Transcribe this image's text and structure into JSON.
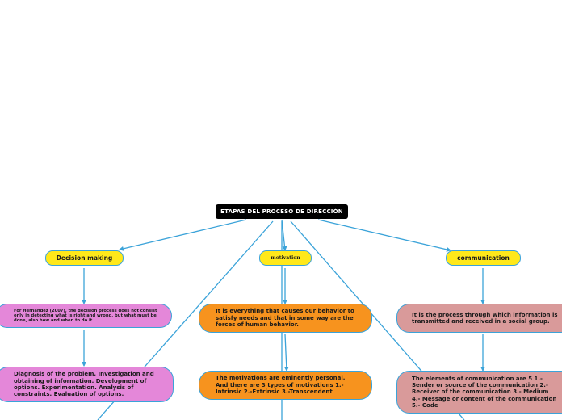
{
  "root": {
    "label": "ETAPAS DEL PROCESO DE DIRECCIÓN"
  },
  "branches": {
    "decision": {
      "title": "Decision making",
      "detail1": "For Hernández (2007), the decision process does not consist only in detecting what is right and wrong, but what must be done, also how and when to do it",
      "detail2": "Diagnosis of the problem. Investigation and obtaining of information. Development of options. Experimentation. Analysis of constraints. Evaluation of options."
    },
    "motivation": {
      "title": "motivation",
      "detail1": "It is everything that causes our behavior to satisfy needs and that in some way are the forces of human behavior.",
      "detail2": "The motivations are eminently personal. And there are 3 types of motivations 1.- Intrinsic 2.-Extrinsic 3.-Transcendent"
    },
    "communication": {
      "title": "communication",
      "detail1": "It is the process through which information is transmitted and received in a social group.",
      "detail2": "The elements of communication are 5 1.- Sender or source of the communication 2.- Receiver of the communication 3.- Medium 4.- Message or content of the communication 5.- Code"
    }
  },
  "colors": {
    "connector": "#3ba3d9",
    "root": "#000000",
    "title_fill": "#ffe81a",
    "decision_fill": "#e487d9",
    "motivation_fill": "#f7931e",
    "communication_fill": "#d99a9a"
  }
}
